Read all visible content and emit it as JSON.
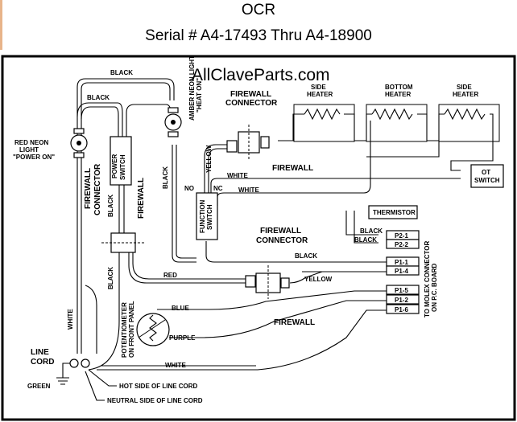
{
  "header": {
    "title": "OCR",
    "subtitle": "Serial # A4-17493 Thru A4-18900"
  },
  "diagram": {
    "watermark": "AllClaveParts.com",
    "labels": {
      "black_top": "BLACK",
      "black_upper": "BLACK",
      "red_neon_1": "RED NEON",
      "red_neon_2": "LIGHT",
      "red_neon_3": "\"POWER ON\"",
      "amber_neon_1": "AMBER NEON LIGHT",
      "amber_neon_2": "\"HEAT ON\"",
      "power_switch_1": "POWER",
      "power_switch_2": "SWITCH",
      "firewall_conn_left_1": "FIREWALL",
      "firewall_conn_left_2": "CONNECTOR",
      "firewall_left": "FIREWALL",
      "black_mid_left": "BLACK",
      "black_vertical": "BLACK",
      "black_lower_left": "BLACK",
      "white_left": "WHITE",
      "red": "RED",
      "firewall_conn_top_1": "FIREWALL",
      "firewall_conn_top_2": "CONNECTOR",
      "firewall_top": "FIREWALL",
      "yellow_upper": "YELLOW",
      "white_upper": "WHITE",
      "white_mid": "WHITE",
      "no": "NO",
      "nc": "NC",
      "function_switch_1": "FUNCTION",
      "function_switch_2": "SWITCH",
      "side_heater_left_1": "SIDE",
      "side_heater_left_2": "HEATER",
      "bottom_heater_1": "BOTTOM",
      "bottom_heater_2": "HEATER",
      "side_heater_right_1": "SIDE",
      "side_heater_right_2": "HEATER",
      "ot_switch_1": "OT",
      "ot_switch_2": "SWITCH",
      "thermistor": "THERMISTOR",
      "black_therm_1": "BLACK",
      "black_therm_2": "BLACK",
      "black_p1": "BLACK",
      "yellow_lower": "YELLOW",
      "firewall_conn_mid_1": "FIREWALL",
      "firewall_conn_mid_2": "CONNECTOR",
      "firewall_mid": "FIREWALL",
      "blue": "BLUE",
      "purple": "PURPLE",
      "white_bottom": "WHITE",
      "potentiometer_1": "POTENTIOMETER",
      "potentiometer_2": "ON FRONT PANEL",
      "molex_1": "TO MOLEX CONNECTOR",
      "molex_2": "ON P.C. BOARD",
      "line_cord_1": "LINE",
      "line_cord_2": "CORD",
      "green": "GREEN",
      "hot_side": "HOT SIDE OF LINE CORD",
      "neutral_side": "NEUTRAL SIDE OF LINE CORD"
    },
    "pins": [
      "P2-1",
      "P2-2",
      "P1-1",
      "P1-4",
      "P1-5",
      "P1-2",
      "P1-6"
    ]
  }
}
